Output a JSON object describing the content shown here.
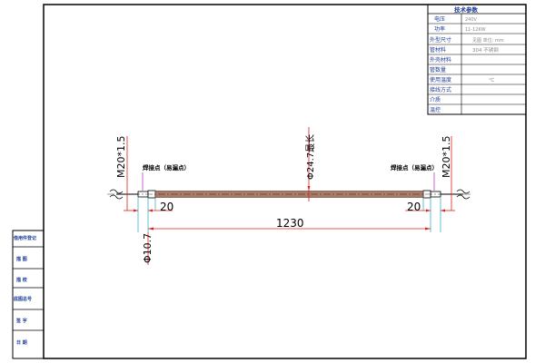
{
  "spec_table": {
    "title": "技术参数",
    "rows": [
      {
        "label": "电压",
        "value": "240V"
      },
      {
        "label": "功率",
        "value": "11-12KW"
      },
      {
        "label": "外型尺寸",
        "value": "见图  单位: mm"
      },
      {
        "label": "管材料",
        "value": "304 不锈钢"
      },
      {
        "label": "外壳材料",
        "value": ""
      },
      {
        "label": "管数量",
        "value": ""
      },
      {
        "label": "使用温度",
        "value": "℃"
      },
      {
        "label": "接线方式",
        "value": ""
      },
      {
        "label": "介质",
        "value": ""
      },
      {
        "label": "温控",
        "value": ""
      }
    ]
  },
  "side_table": {
    "labels": [
      "借用件登记",
      "描  图",
      "描  校",
      "底图总号",
      "签  字",
      "日  期"
    ]
  },
  "dimensions": {
    "thread_left": "M20*1.5",
    "thread_right": "M20*1.5",
    "weld_left": "焊接点（易漏点）",
    "weld_right": "焊接点（易漏点）",
    "tube_diameter": "Φ24.7最长",
    "end_left": "20",
    "end_right": "20",
    "total_length": "1230",
    "pin_diameter": "Φ10.7"
  },
  "colors": {
    "ink": "#000000",
    "dimension_line": "#e0201c",
    "extension_line": "#3fb0c8",
    "weld_leader": "#c23ac9",
    "spec_text": "#1d3b96",
    "tube_body": "#a97a66"
  }
}
